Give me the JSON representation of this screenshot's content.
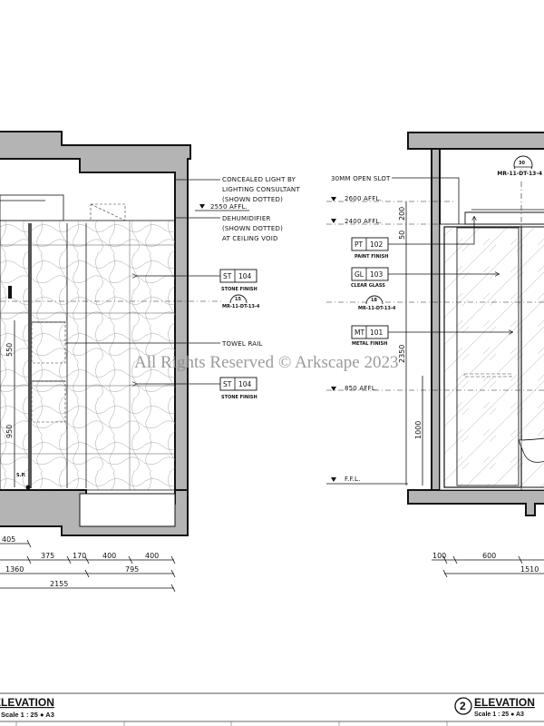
{
  "left_elevation": {
    "labels": {
      "concealed_light": [
        "CONCEALED LIGHT BY",
        "LIGHTING CONSULTANT",
        "(SHOWN DOTTED)"
      ],
      "level_2550": "2550 AFFL.",
      "dehumidifier": [
        "DEHUMIDIFIER",
        "(SHOWN DOTTED)",
        "AT CEILING VOID"
      ],
      "towel_rail": "TOWEL RAIL",
      "sp": "S.P."
    },
    "tags": [
      {
        "code": "ST",
        "num": "104",
        "caption": "STONE FINISH"
      },
      {
        "code": "ST",
        "num": "104",
        "caption": "STONE FINISH"
      }
    ],
    "detail_ref": {
      "num": "15",
      "ref": "MR-11-DT-13-4"
    },
    "vertical_dims": [
      "550",
      "950"
    ],
    "horizontal_dims": {
      "row1": [
        "405"
      ],
      "row2": [
        "375",
        "170",
        "400",
        "400"
      ],
      "row3": [
        "1360",
        "795"
      ],
      "row4": [
        "2155"
      ]
    },
    "title": "ELEVATION",
    "scale": "Scale 1 : 25 ● A3"
  },
  "right_elevation": {
    "labels": {
      "open_slot": "30MM OPEN SLOT",
      "level_2600": "2600 AFFL.",
      "level_2400": "2400 AFFL.",
      "level_850": "850 AFFL.",
      "ffl": "F.F.L."
    },
    "tags": [
      {
        "code": "PT",
        "num": "102",
        "caption": "PAINT FINISH"
      },
      {
        "code": "GL",
        "num": "103",
        "caption": "CLEAR GLASS"
      },
      {
        "code": "MT",
        "num": "101",
        "caption": "METAL FINISH"
      }
    ],
    "detail_refs": [
      {
        "num": "18",
        "ref": "MR-11-DT-13-4"
      },
      {
        "num": "30",
        "ref": "MR-11-DT-13-4"
      }
    ],
    "vertical_dims": [
      "200",
      "50",
      "2350",
      "1000"
    ],
    "horizontal_dims": {
      "row1": [
        "100",
        "600"
      ],
      "row2": [
        "1510"
      ]
    },
    "number": "2",
    "title": "ELEVATION",
    "scale": "Scale 1 : 25 ● A3"
  },
  "watermark": "All Rights Reserved © Arkscape 2023"
}
